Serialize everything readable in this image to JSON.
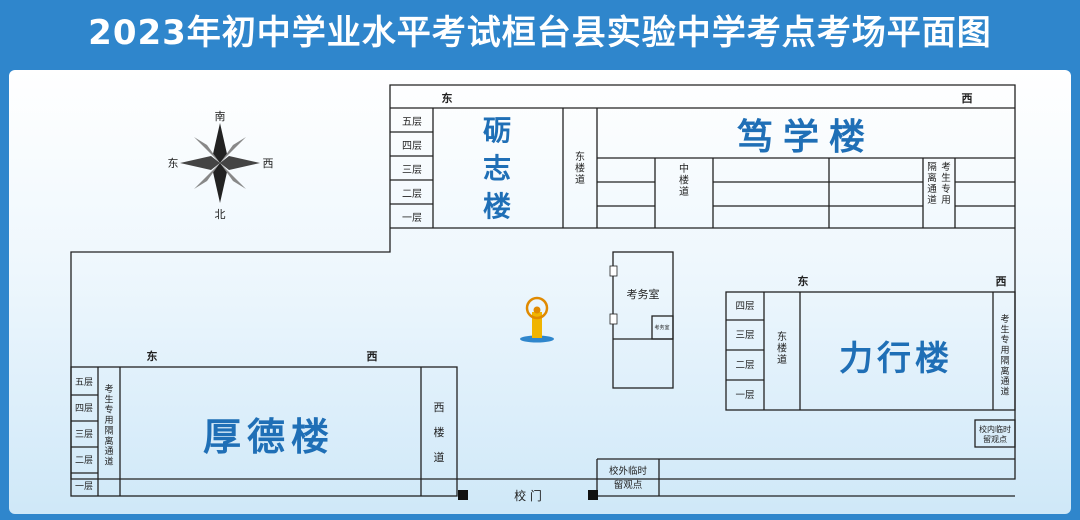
{
  "title": "2023年初中学业水平考试桓台县实验中学考点考场平面图",
  "compass": {
    "n": "南",
    "s": "北",
    "w": "东",
    "e": "西"
  },
  "floors": [
    "五层",
    "四层",
    "三层",
    "二层",
    "一层"
  ],
  "lizhi": {
    "name_chars": [
      "砺",
      "志",
      "楼"
    ],
    "east": "东",
    "west": "西",
    "stair": "东楼道"
  },
  "duxue": {
    "name": "笃学楼",
    "stair": "中楼道",
    "isolation": "隔离通道考生专用"
  },
  "kaowu": {
    "name": "考务室",
    "small": "考务室"
  },
  "lixing": {
    "name": "力行楼",
    "east": "东",
    "west": "西",
    "stair": "东楼道",
    "isolation": "考生专用隔离通道"
  },
  "houde": {
    "name": "厚德楼",
    "east": "东",
    "west": "西",
    "stair": "西楼道",
    "isolation": "考生专用隔离通道"
  },
  "gate": {
    "label": "校 门",
    "outer": "校外临时留观点",
    "inner": "校内临时留观点"
  },
  "colors": {
    "banner": "#2f86cc",
    "building_text": "#1f6fb6",
    "line": "#222222"
  }
}
